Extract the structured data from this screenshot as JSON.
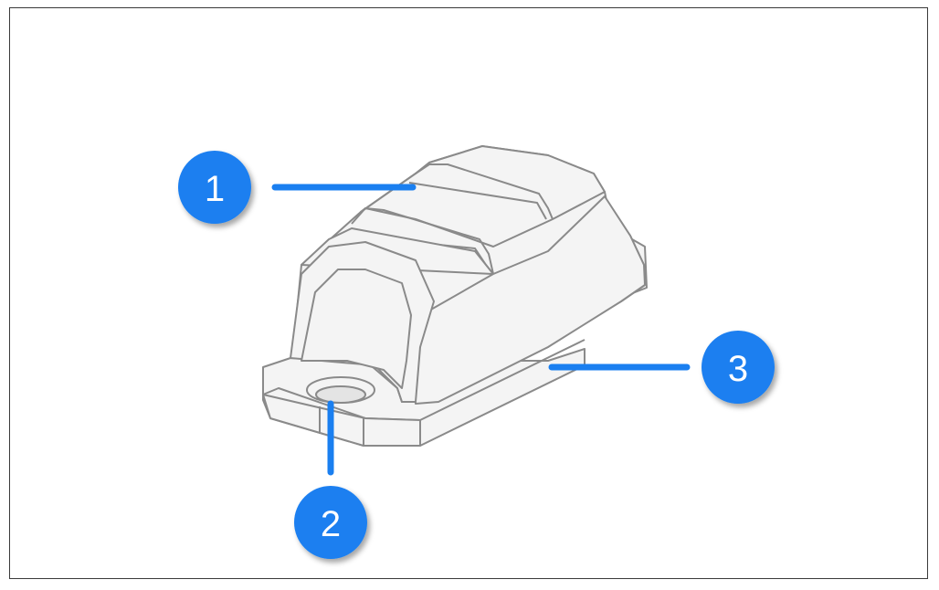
{
  "diagram": {
    "object_icon": "sensor-housing-icon",
    "colors": {
      "callout_fill": "#1a7ff0",
      "callout_line": "#1a7ff0",
      "callout_text": "#ffffff",
      "outline": "#8a8a8a",
      "body_fill": "#f4f4f4"
    },
    "callouts": [
      {
        "id": "1",
        "label": "1"
      },
      {
        "id": "2",
        "label": "2"
      },
      {
        "id": "3",
        "label": "3"
      }
    ]
  }
}
